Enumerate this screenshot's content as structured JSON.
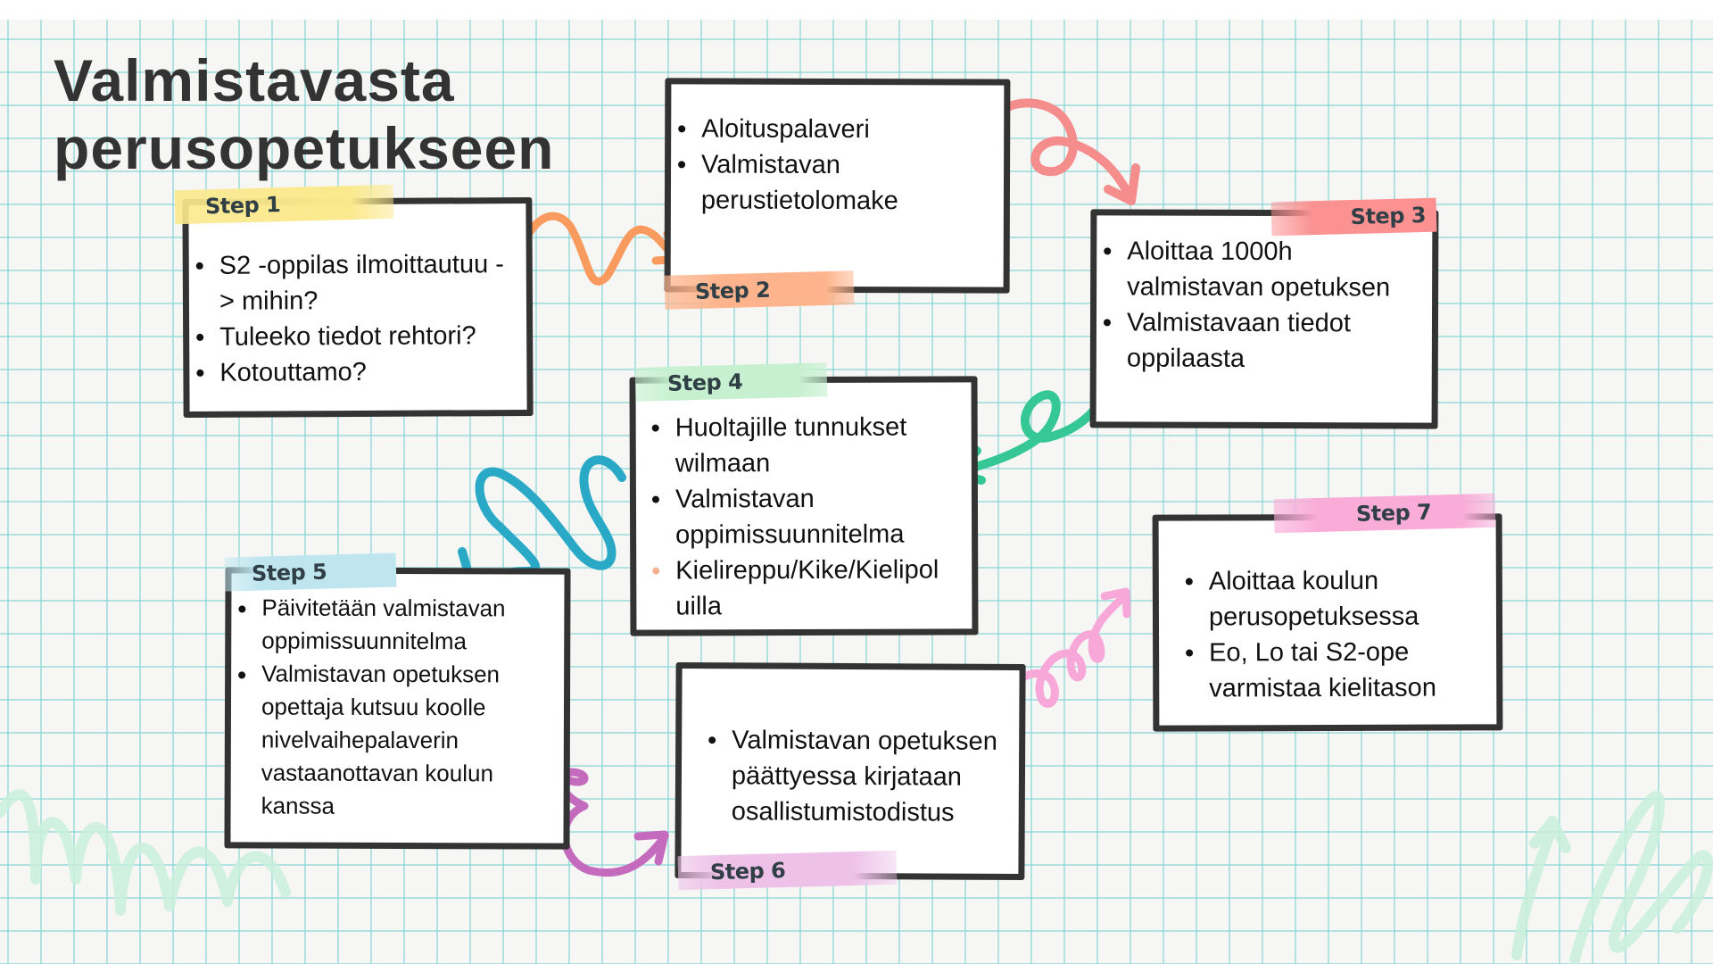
{
  "title": {
    "line1": "Valmistavasta",
    "line2": "perusopetukseen"
  },
  "colors": {
    "step1": "#fbe98d",
    "step2": "#fdb48c",
    "step3": "#fb9191",
    "step4": "#c6f0cf",
    "step5": "#bfe6ef",
    "step6": "#eec2e8",
    "step7": "#f9acd8",
    "arrow12": "#f99a5e",
    "arrow23": "#f58d8d",
    "arrow34": "#35c796",
    "arrow45": "#29a9c6",
    "arrow56": "#c46bbd",
    "arrow67": "#f7a8d9"
  },
  "steps": [
    {
      "label": "Step 1",
      "items": [
        "S2 -oppilas ilmoittautuu -> mihin?",
        " Tuleeko tiedot rehtori?",
        "Kotouttamo?"
      ]
    },
    {
      "label": "Step 2",
      "items": [
        "Aloituspalaveri",
        "Valmistavan perustietolomake"
      ]
    },
    {
      "label": "Step 3",
      "items": [
        "Aloittaa 1000h valmistavan opetuksen",
        "Valmistavaan tiedot oppilaasta"
      ]
    },
    {
      "label": "Step 4",
      "items": [
        "Huoltajille tunnukset wilmaan",
        "Valmistavan oppimissuunnitelma",
        "Kielireppu/Kike/Kielipol uilla"
      ]
    },
    {
      "label": "Step 5",
      "items": [
        "Päivitetään valmistavan oppimissuunnitelma",
        "Valmistavan opetuksen opettaja kutsuu koolle nivelvaihepalaverin vastaanottavan koulun kanssa"
      ]
    },
    {
      "label": "Step 6",
      "items": [
        "Valmistavan opetuksen päättyessa kirjataan osallistumistodistus"
      ]
    },
    {
      "label": "Step 7",
      "items": [
        "Aloittaa koulun perusopetuksessa",
        "Eo, Lo tai S2-ope varmistaa kielitason"
      ]
    }
  ]
}
